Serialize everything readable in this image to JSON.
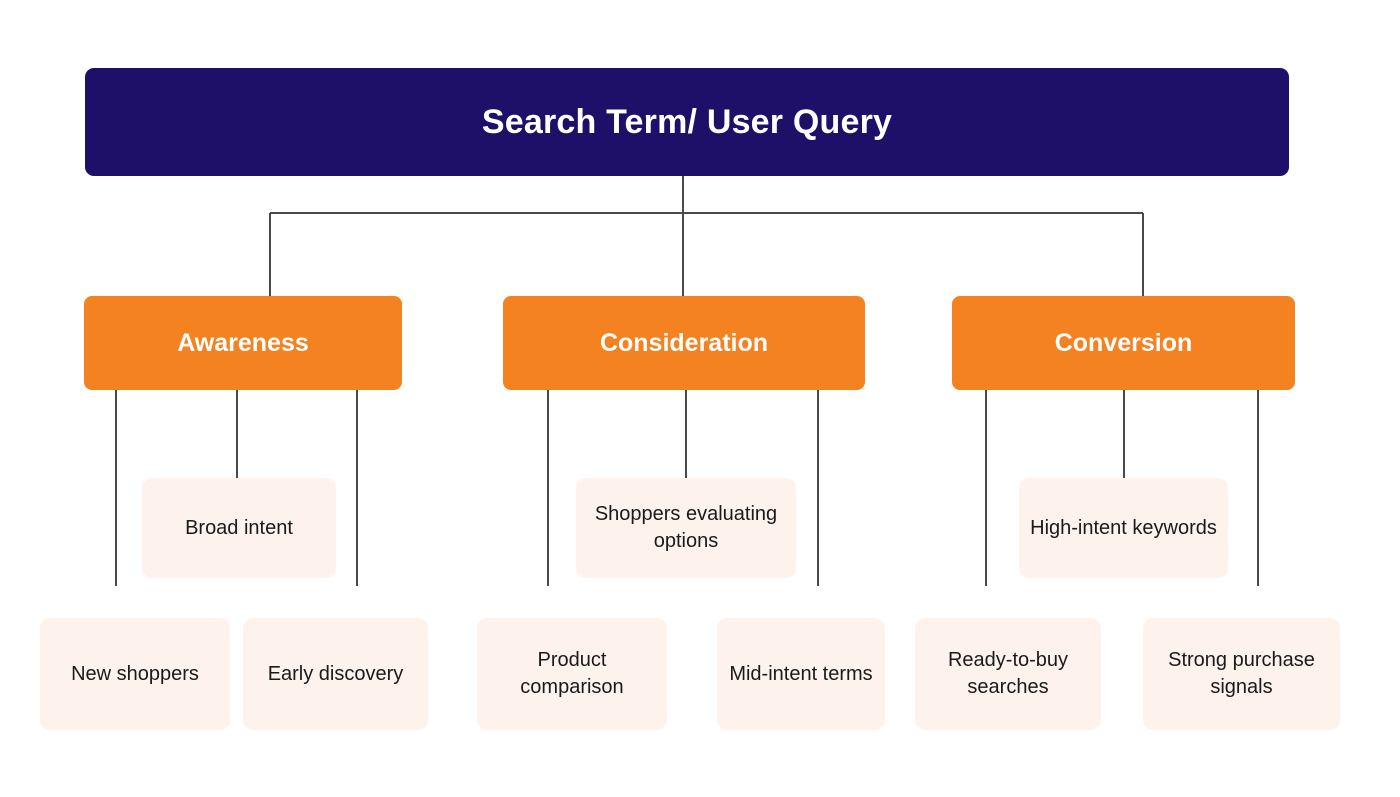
{
  "diagram": {
    "title": "Search Term/ User Query",
    "colors": {
      "root_bg": "#1e1069",
      "stage_bg": "#f58220",
      "leaf_bg": "#fdf3ec",
      "connector": "#4a4a4a",
      "page_bg": "#ffffff",
      "root_text": "#ffffff",
      "stage_text": "#ffffff",
      "leaf_text": "#1a1a1a"
    },
    "root": {
      "label": "Search Term/ User Query"
    },
    "stages": [
      {
        "label": "Awareness"
      },
      {
        "label": "Consideration"
      },
      {
        "label": "Conversion"
      }
    ],
    "mid_nodes": [
      {
        "label": "Broad intent"
      },
      {
        "label": "Shoppers evaluating options"
      },
      {
        "label": "High-intent keywords"
      }
    ],
    "leaf_nodes": [
      {
        "label": "New shoppers"
      },
      {
        "label": "Early discovery"
      },
      {
        "label": "Product comparison"
      },
      {
        "label": "Mid-intent terms"
      },
      {
        "label": "Ready-to-buy searches"
      },
      {
        "label": "Strong purchase signals"
      }
    ]
  }
}
